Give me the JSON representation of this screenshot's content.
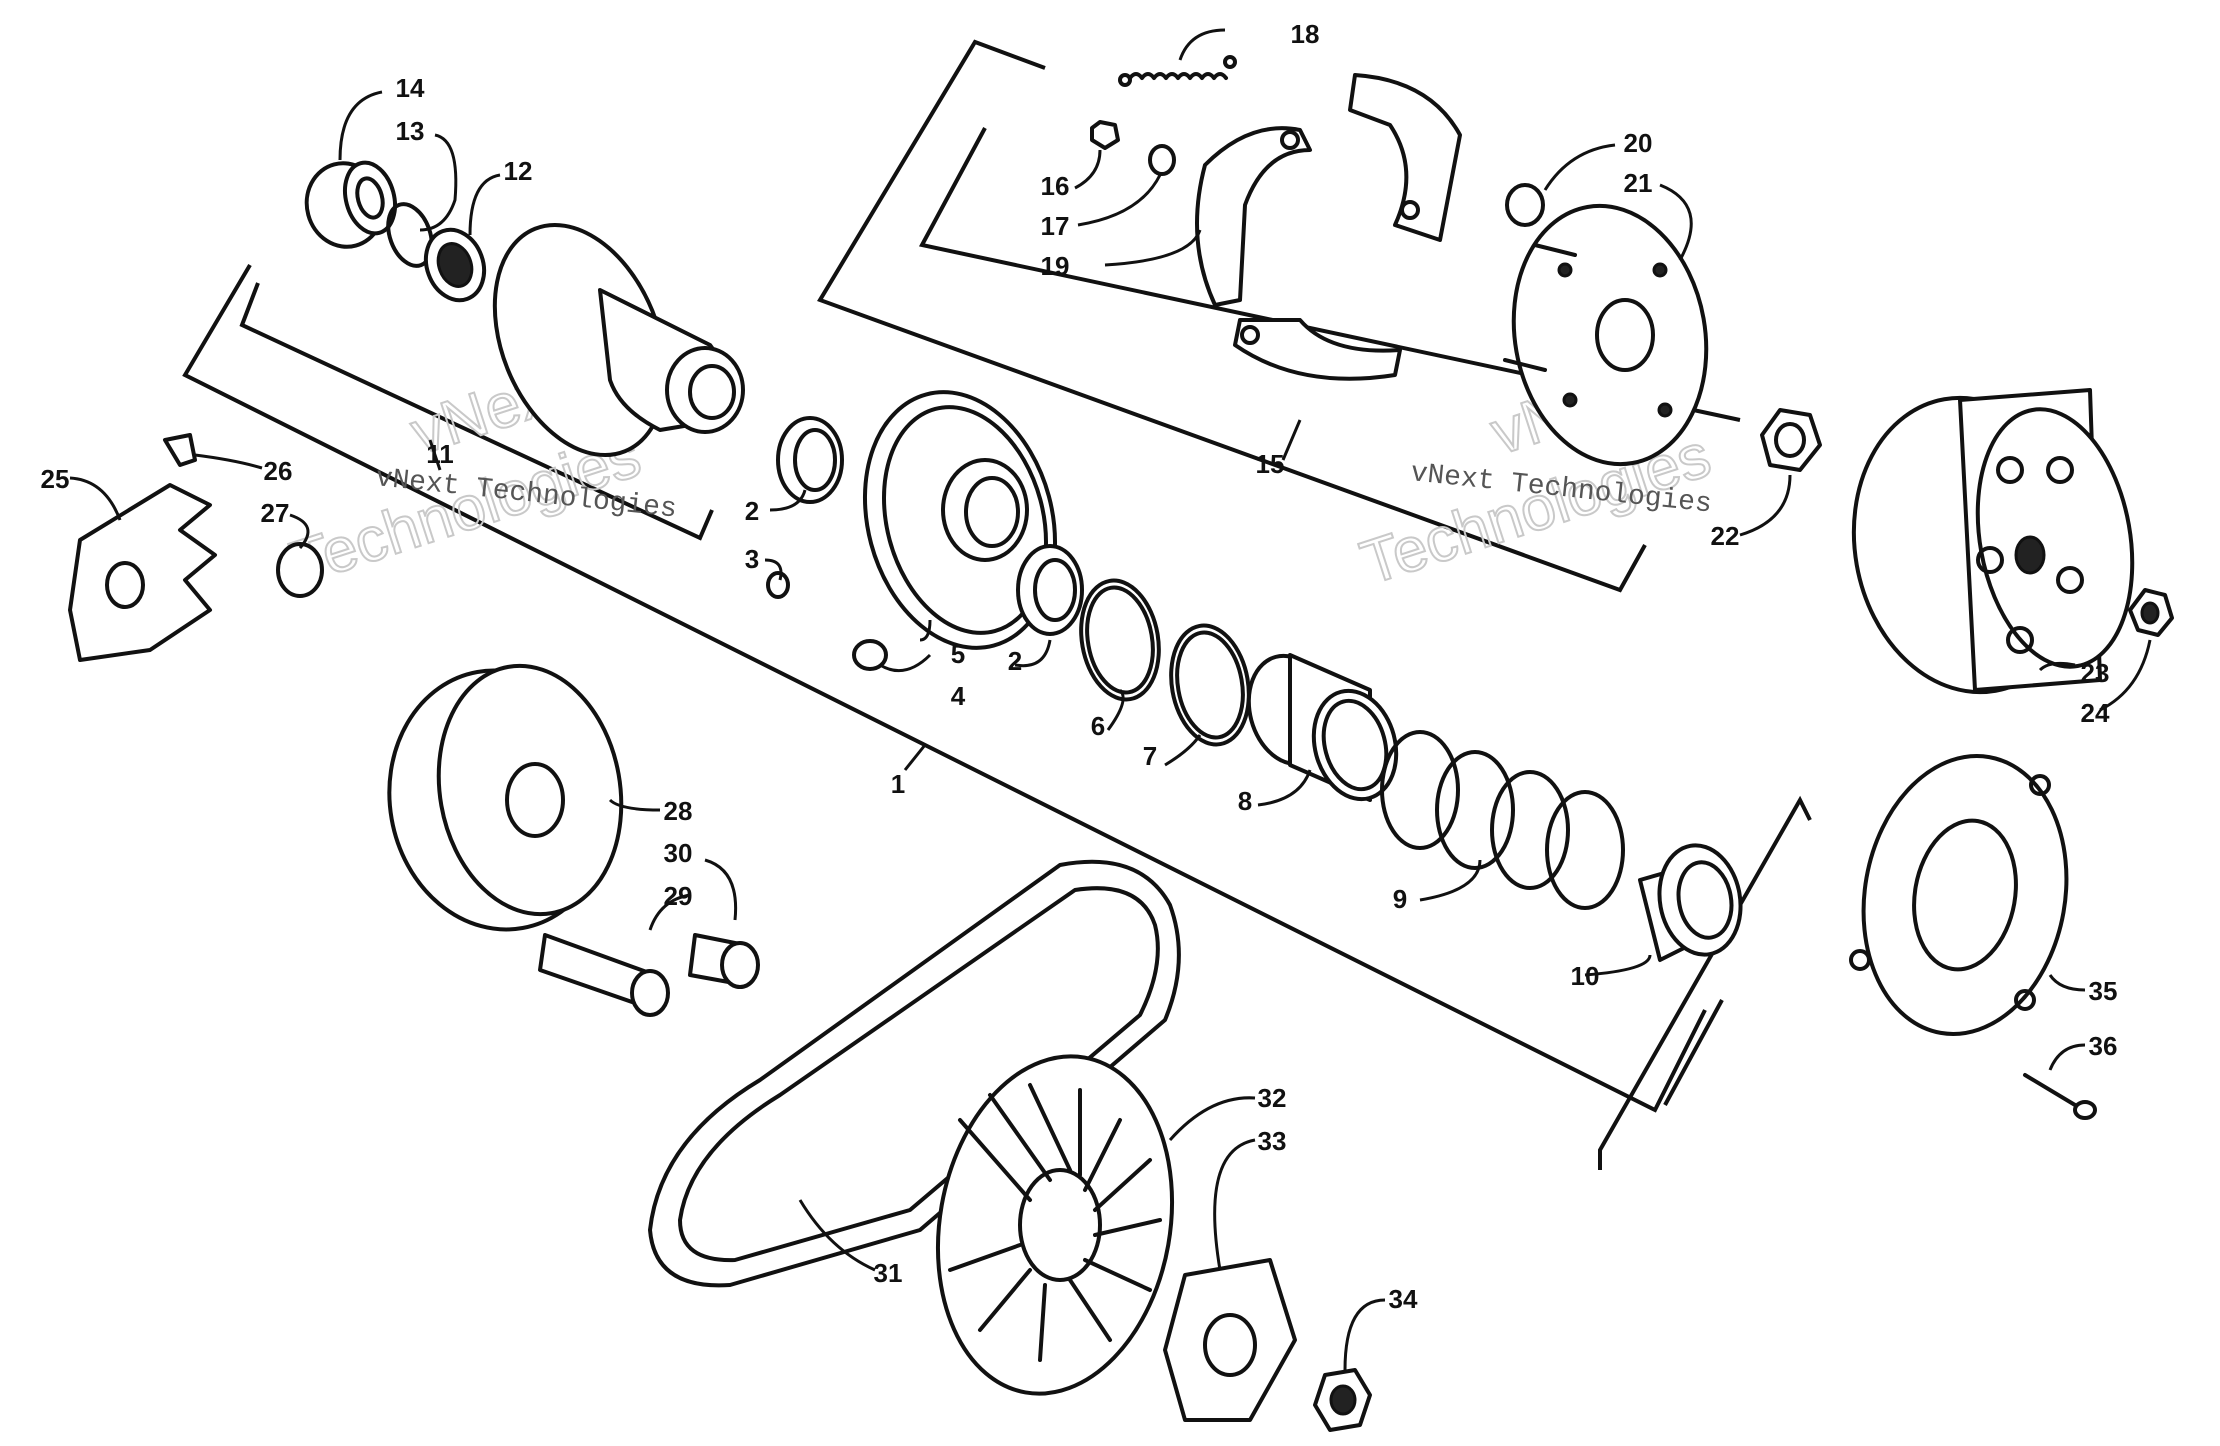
{
  "watermark": {
    "line1": "vNext Technologies",
    "big1": "vNext",
    "big2": "Technologies"
  },
  "callouts": [
    "1",
    "2",
    "2",
    "3",
    "4",
    "5",
    "6",
    "7",
    "8",
    "9",
    "10",
    "11",
    "12",
    "13",
    "14",
    "15",
    "16",
    "17",
    "18",
    "19",
    "20",
    "21",
    "22",
    "23",
    "24",
    "25",
    "26",
    "27",
    "28",
    "29",
    "30",
    "31",
    "32",
    "33",
    "34",
    "35",
    "36"
  ]
}
